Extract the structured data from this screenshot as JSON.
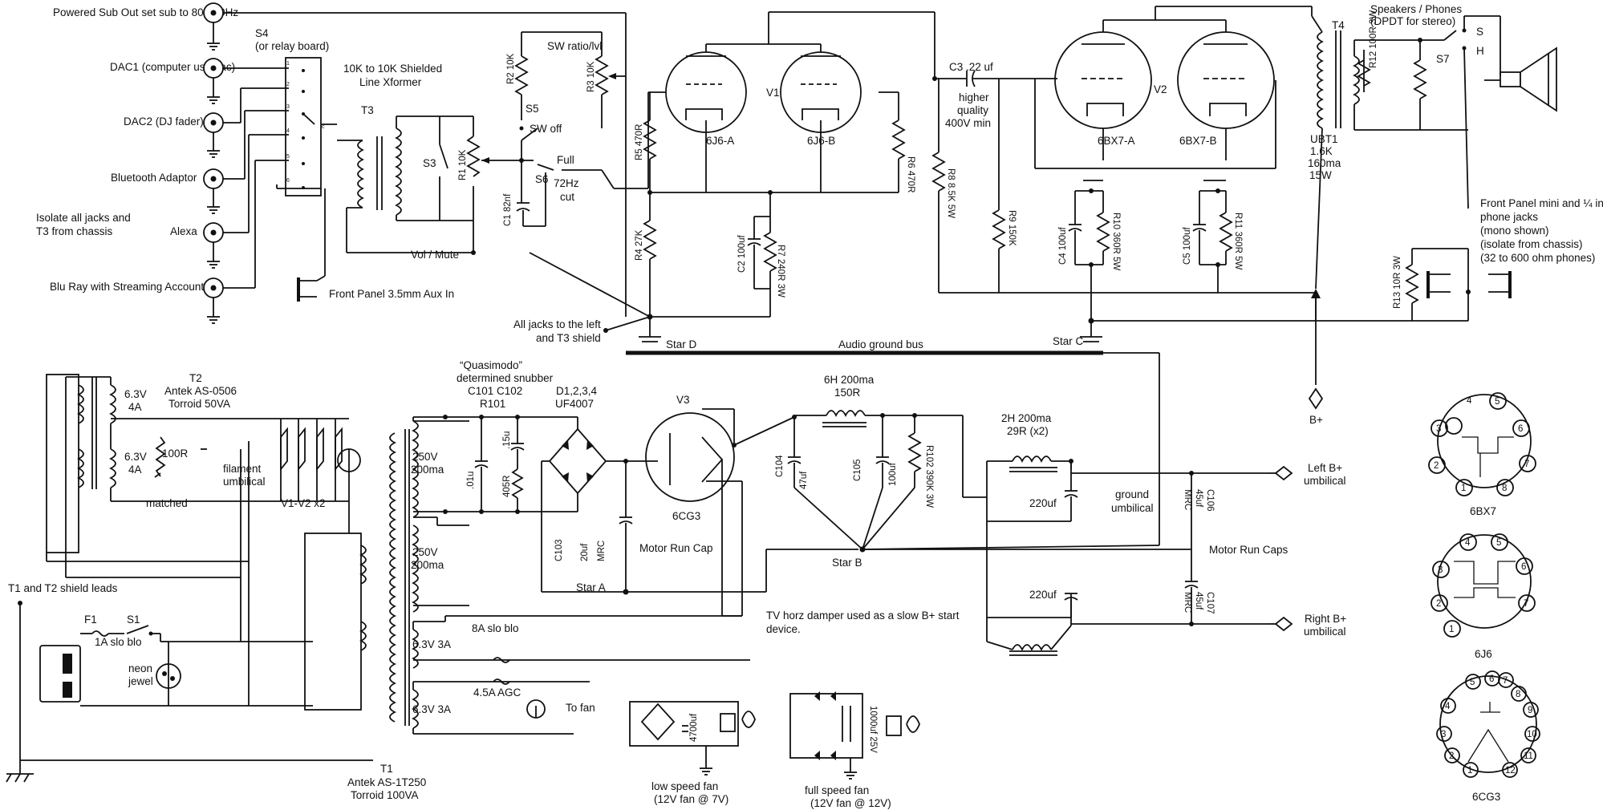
{
  "inputs": {
    "powered_sub": "Powered Sub Out set sub to 80-100Hz",
    "dac1": "DAC1 (computer usb dac)",
    "dac2": "DAC2 (DJ fader)",
    "bluetooth": "Bluetooth Adaptor",
    "isolate_1": "Isolate all jacks and",
    "isolate_2": "T3 from chassis",
    "alexa": "Alexa",
    "bluray": "Blu Ray with Streaming Accounts",
    "front_aux": "Front Panel 3.5mm Aux In",
    "all_jacks_1": "All jacks to the left",
    "all_jacks_2": "and T3 shield"
  },
  "selector": {
    "name": "S4",
    "sub": "(or relay board)",
    "pins": [
      "1",
      "2",
      "3",
      "4",
      "5",
      "6"
    ],
    "common": "c"
  },
  "t3": {
    "title_1": "10K to 10K Shielded",
    "title_2": "Line Xformer",
    "name": "T3",
    "s3": "S3",
    "r1": "R1 10K",
    "vol": "Vol / Mute"
  },
  "sw_section": {
    "r2": "R2 10K",
    "r3": "R3 10K",
    "ratio": "SW ratio/lvl",
    "s5": "S5",
    "sw_off": "SW off",
    "s6": "S6",
    "full": "Full",
    "cut_1": "72Hz",
    "cut_2": "cut",
    "c1": "C1 82nf"
  },
  "v1": {
    "name": "V1",
    "a": "6J6-A",
    "b": "6J6-B",
    "r5": "R5 470R",
    "r6": "R6 470R",
    "r4": "R4 27K",
    "c2": "C2 100uf",
    "r7": "R7 240R 3W",
    "star_d": "Star D"
  },
  "coupling": {
    "c3": "C3 .22 uf",
    "q1": "higher",
    "q2": "quality",
    "q3": "400V min",
    "r8": "R8 8.5K 5W",
    "r9": "R9 150K"
  },
  "v2": {
    "name": "V2",
    "a": "6BX7-A",
    "b": "6BX7-B",
    "c4": "C4 100uf",
    "r10": "R10 360R 5W",
    "c5": "C5 100uf",
    "r11": "R11 360R 5W",
    "star_c": "Star C"
  },
  "output": {
    "t4": "T4",
    "ubt1": "UBT1",
    "ubt2": "1.6K",
    "ubt3": "160ma",
    "ubt4": "15W",
    "spk_1": "Speakers / Phones",
    "spk_2": "(DPDT for stereo)",
    "s7": "S7",
    "s": "S",
    "h": "H",
    "r12": "R12 100R 3W",
    "r13": "R13 10R 3W",
    "fp_1": "Front Panel mini and ¼ inch",
    "fp_2": "phone jacks",
    "fp_3": "(mono shown)",
    "fp_4": "(isolate from chassis)",
    "fp_5": "(32 to 600 ohm phones)",
    "bplus": "B+"
  },
  "audio_bus": "Audio ground bus",
  "power": {
    "t2": "T2",
    "t2_1": "Antek AS-0506",
    "t2_2": "Torroid 50VA",
    "sec_a_1": "6.3V",
    "sec_a_2": "4A",
    "sec_b_1": "6.3V",
    "sec_b_2": "4A",
    "hum": "100R",
    "matched": "matched",
    "fil_1": "filament",
    "fil_2": "umbilical",
    "v1v2": "V1-V2 x2",
    "shield": "T1 and T2 shield leads",
    "f1": "F1",
    "s1": "S1",
    "fuse": "1A slo blo",
    "neon_1": "neon",
    "neon_2": "jewel",
    "snub_1": "“Quasimodo”",
    "snub_2": "determined snubber",
    "snub_3": "C101 C102",
    "snub_4": "R101",
    "d_1": "D1,2,3,4",
    "d_2": "UF4007",
    "hv_1a": "250V",
    "hv_1b": "200ma",
    "hv_2a": "250V",
    "hv_2b": "200ma",
    "c101": ".01u",
    "c102": ".15u",
    "r101": "405R",
    "lv_1": "6.3V 3A",
    "lv_2": "6.3V 3A",
    "slo8": "8A slo blo",
    "agc": "4.5A AGC",
    "tofan": "To fan",
    "t1": "T1",
    "t1_1": "Antek AS-1T250",
    "t1_2": "Torroid 100VA",
    "c103": "C103",
    "c103b": "20uf",
    "c103c": "MRC",
    "mrc": "Motor Run Cap",
    "star_a": "Star A",
    "v3": "V3",
    "v3t": "6CG3",
    "tvd_1": "TV horz damper used as a slow B+ start",
    "tvd_2": "device.",
    "choke1_1": "6H 200ma",
    "choke1_2": "150R",
    "c104": "C104",
    "c104b": "47uf",
    "c105": "C105",
    "c105b": "100uf",
    "r102": "R102 390K 3W",
    "choke2_1": "2H 200ma",
    "choke2_2": "29R (x2)",
    "cap220a": "220uf",
    "cap220b": "220uf",
    "gnd_1": "ground",
    "gnd_2": "umbilical",
    "star_b": "Star B",
    "c106": "C106",
    "c106b": "45uf",
    "c106c": "MRC",
    "c107": "C107",
    "c107b": "45uf",
    "c107c": "MRC",
    "mrcs": "Motor Run Caps",
    "lbp_1": "Left B+",
    "lbp_2": "umbilical",
    "rbp_1": "Right B+",
    "rbp_2": "umbilical",
    "fan_lo_1": "low speed fan",
    "fan_lo_2": "(12V fan @ 7V)",
    "fan_hi_1": "full speed fan",
    "fan_hi_2": "(12V fan @ 12V)",
    "cap4700": "4700uf",
    "cap1000": "1000uf 25V"
  },
  "pinouts": {
    "p1": "6BX7",
    "p2": "6J6",
    "p3": "6CG3",
    "bx7": [
      "4",
      "5",
      "3",
      "6",
      "2",
      "7",
      "1",
      "8"
    ],
    "j6": [
      "4",
      "5",
      "3",
      "6",
      "2",
      "7",
      "1"
    ],
    "cg3": [
      "5",
      "6",
      "7",
      "4",
      "8",
      "9",
      "3",
      "10",
      "2",
      "11",
      "1",
      "12"
    ]
  }
}
